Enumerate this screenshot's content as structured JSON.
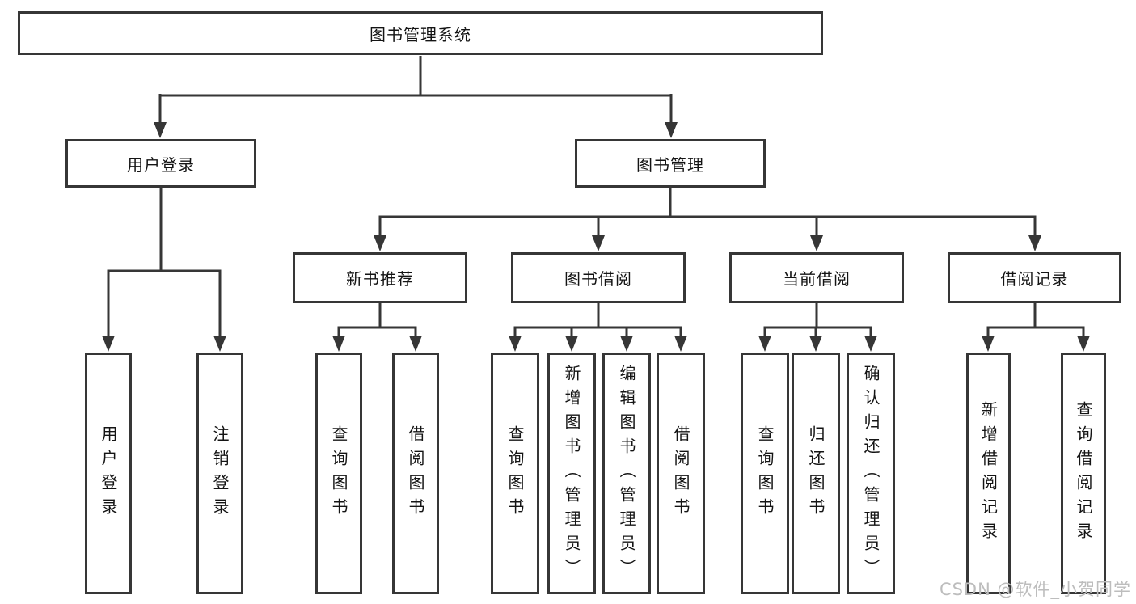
{
  "colors": {
    "line": "#363636",
    "text": "#141414",
    "node_background": "#ffffff",
    "watermark": "#bdbdbd",
    "page_background": "#ffffff"
  },
  "tree": {
    "root": {
      "label": "图书管理系统"
    },
    "branches": [
      {
        "label": "用户登录",
        "children": [
          {
            "label": "用户登录"
          },
          {
            "label": "注销登录"
          }
        ]
      },
      {
        "label": "图书管理",
        "sections": [
          {
            "label": "新书推荐",
            "children": [
              {
                "label": "查询图书"
              },
              {
                "label": "借阅图书"
              }
            ]
          },
          {
            "label": "图书借阅",
            "children": [
              {
                "label": "查询图书"
              },
              {
                "label": "新增图书（管理员）"
              },
              {
                "label": "编辑图书（管理员）"
              },
              {
                "label": "借阅图书"
              }
            ]
          },
          {
            "label": "当前借阅",
            "children": [
              {
                "label": "查询图书"
              },
              {
                "label": "归还图书"
              },
              {
                "label": "确认归还（管理员）"
              }
            ]
          },
          {
            "label": "借阅记录",
            "children": [
              {
                "label": "新增借阅记录"
              },
              {
                "label": "查询借阅记录"
              }
            ]
          }
        ]
      }
    ]
  },
  "watermark": {
    "text": "CSDN @软件_小贺同学"
  }
}
